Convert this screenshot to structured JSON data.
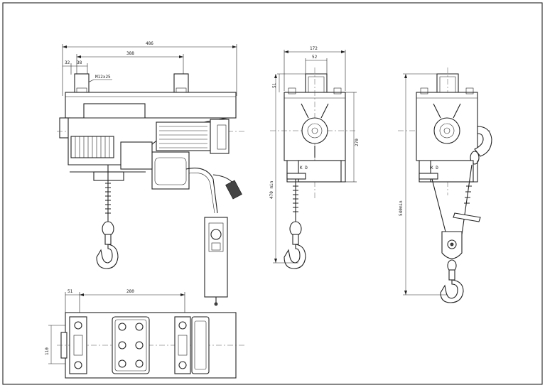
{
  "front_view": {
    "dim_overall": "486",
    "dim_span": "388",
    "dim_a": "32",
    "dim_b": "38",
    "thread_label": "M12x25"
  },
  "side_view": {
    "dim_width": "172",
    "dim_bracket": "52",
    "dim_top": "51",
    "dim_body": "270",
    "dim_min_height": "470 min"
  },
  "pulley_view": {
    "dim_min_height": "540min"
  },
  "top_view": {
    "dim_offset": "51",
    "dim_span": "280",
    "dim_depth": "110"
  },
  "markings": {
    "side_mark": "K D",
    "pulley_mark": "K D"
  }
}
